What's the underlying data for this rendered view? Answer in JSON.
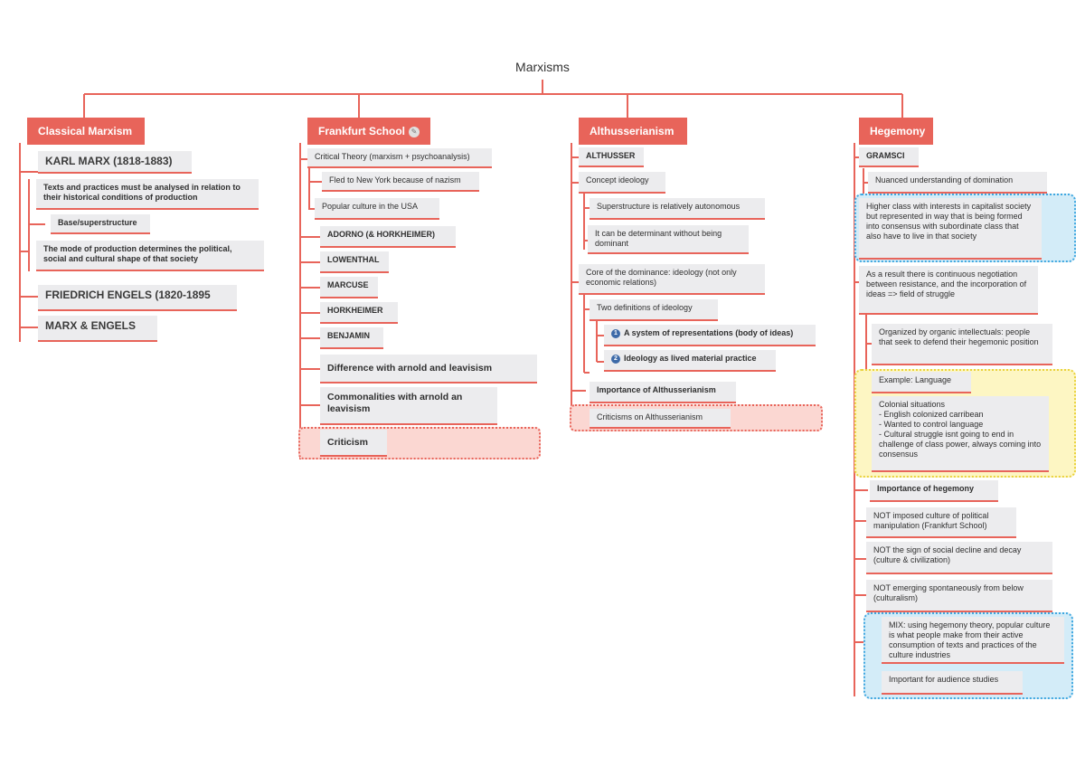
{
  "title": "Marxisms",
  "colors": {
    "accent": "#e8645a",
    "node_bg": "#ececee",
    "selection_pink": "#fbd7d2",
    "selection_blue": "#d3ecf8",
    "selection_yellow": "#fdf6c3",
    "number_badge": "#3d6aa8"
  },
  "classical": {
    "header": "Classical Marxism",
    "karl_marx": "KARL MARX (1818-1883)",
    "texts": "Texts and practices must be analysed in relation to their historical conditions of production",
    "base": "Base/superstructure",
    "mode": "The mode of production determines the political, social and cultural shape of that society",
    "engels": "FRIEDRICH ENGELS (1820-1895",
    "marx_engels": "MARX & ENGELS"
  },
  "frankfurt": {
    "header": "Frankfurt School",
    "critical": "Critical Theory (marxism + psychoanalysis)",
    "fled": "Fled to New York because of nazism",
    "popular": "Popular culture in the USA",
    "adorno": "ADORNO (& HORKHEIMER)",
    "lowenthal": "LOWENTHAL",
    "marcuse": "MARCUSE",
    "horkheimer": "HORKHEIMER",
    "benjamin": "BENJAMIN",
    "difference": "Difference with arnold and leavisism",
    "commonalities": "Commonalities with arnold an leavisism",
    "criticism": "Criticism"
  },
  "althusser": {
    "header": "Althusserianism",
    "name": "ALTHUSSER",
    "concept": "Concept ideology",
    "super": "Superstructure is relatively autonomous",
    "determinant": "It can be determinant without being dominant",
    "core": "Core of the dominance: ideology (not only economic relations)",
    "two_defs": "Two definitions of ideology",
    "num1": "1",
    "def1": "A system of representations (body of ideas)",
    "num2": "2",
    "def2": "Ideology as lived material practice",
    "importance": "Importance of Althusserianism",
    "criticisms": "Criticisms on Althusserianism"
  },
  "hegemony": {
    "header": "Hegemony",
    "gramsci": "GRAMSCI",
    "nuanced": "Nuanced understanding of domination",
    "higher": "Higher class with interests in capitalist society but represented in way that is being formed into consensus with subordinate class that also have to live in that society",
    "result": "As a result there is continuous negotiation between resistance, and the incorporation of ideas => field of struggle",
    "organized": "Organized by organic intellectuals: people that seek to defend their hegemonic position",
    "example": "Example: Language",
    "colonial": "Colonial situations\n- English colonized carribean\n- Wanted to control language\n- Cultural struggle isnt going to end in challenge of class power, always coming into consensus",
    "importance": "Importance of hegemony",
    "not1": "NOT imposed culture of political manipulation (Frankfurt School)",
    "not2": "NOT the sign of social decline and decay (culture & civilization)",
    "not3": "NOT emerging spontaneously from below (culturalism)",
    "mix": "MIX: using hegemony theory, popular culture is what people make from their active consumption of texts and practices of the culture industries",
    "audience": "Important for audience studies"
  }
}
